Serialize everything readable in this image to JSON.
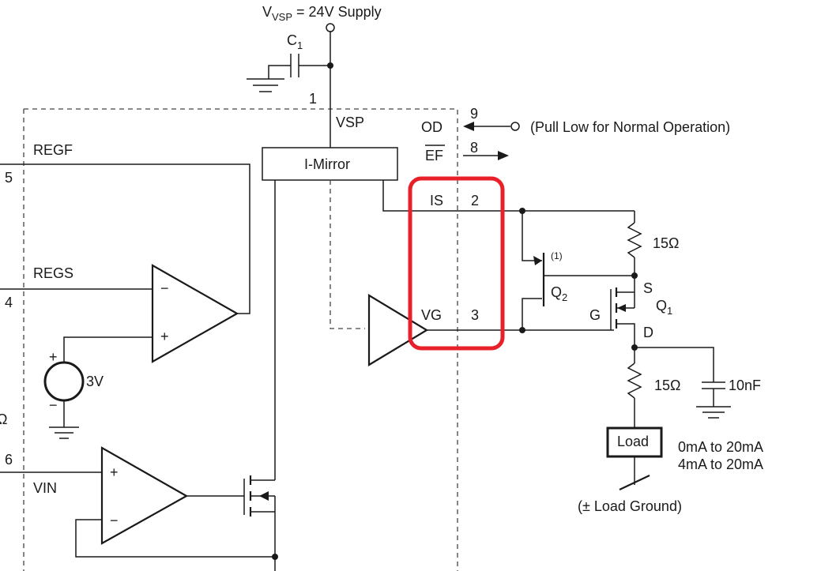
{
  "supply": {
    "prefix": "V",
    "sub": "VSP",
    "suffix": " = 24V Supply"
  },
  "c1": {
    "name": "C",
    "sub": "1"
  },
  "pins": {
    "p1": "1",
    "p2": "2",
    "p3": "3",
    "p4": "4",
    "p5": "5",
    "p6": "6",
    "p8": "8",
    "p9": "9"
  },
  "labels": {
    "vsp": "VSP",
    "od": "OD",
    "ef": "EF",
    "is": "IS",
    "vg": "VG",
    "regf": "REGF",
    "regs": "REGS",
    "vin": "VIN",
    "i_mirror": "I-Mirror",
    "pull_low": "(Pull Low for Normal Operation)",
    "v3": "3V",
    "r1": "15Ω",
    "r2": "15Ω",
    "c10n": "10nF",
    "load": "Load",
    "load_range_1": "0mA to 20mA",
    "load_range_2": "4mA to 20mA",
    "load_ground": "(± Load Ground)",
    "note1": "(1)",
    "q2": "Q",
    "q2_sub": "2",
    "q1": "Q",
    "q1_sub": "1",
    "s": "S",
    "g": "G",
    "d": "D",
    "plus": "+",
    "minus": "−",
    "clipped_omega": "Ω"
  },
  "highlight_color": "#e8202a"
}
